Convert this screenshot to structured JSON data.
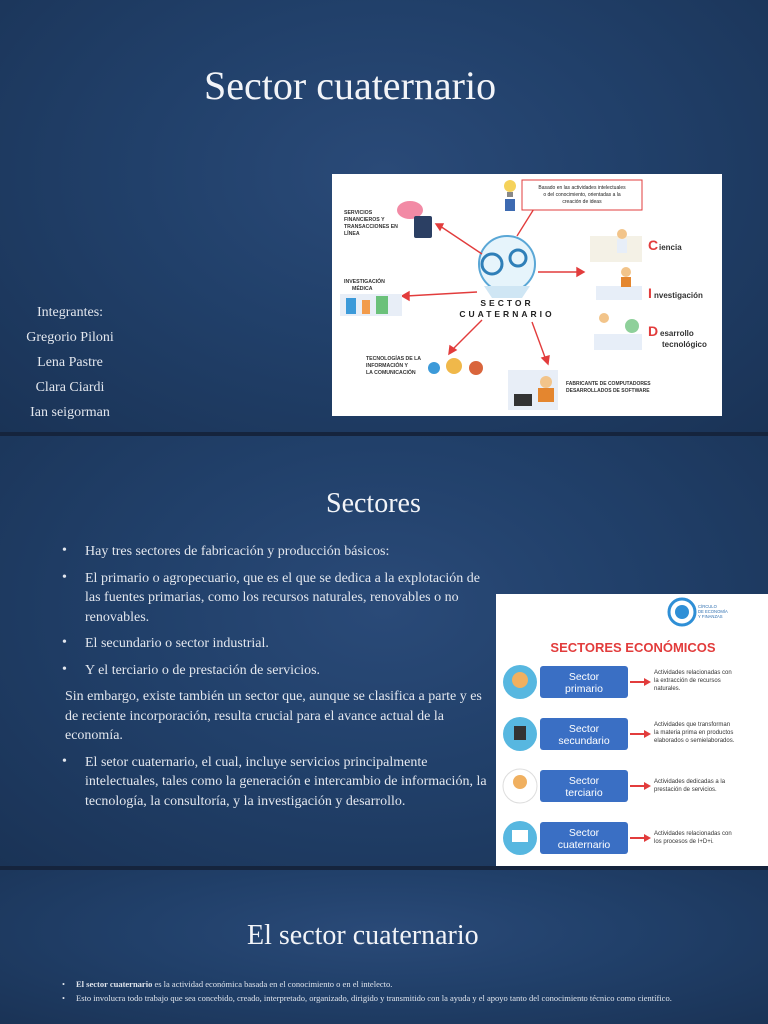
{
  "slide1": {
    "title": "Sector cuaternario",
    "members_label": "Integrantes:",
    "members": [
      "Gregorio Piloni",
      "Lena Pastre",
      "Clara Ciardi",
      "Ian seigorman"
    ],
    "infographic": {
      "center_line1": "SECTOR",
      "center_line2": "CUATERNARIO",
      "top_box": [
        "Basado en las actividades intelectuales",
        "o del conocimiento, orientadas a la",
        "creación de ideas"
      ],
      "left1": [
        "SERVICIOS",
        "FINANCIEROS Y",
        "TRANSACCIONES EN",
        "LÍNEA"
      ],
      "left2": [
        "INVESTIGACIÓN",
        "MÉDICA"
      ],
      "left3": [
        "TECNOLOGÍAS DE LA",
        "INFORMACIÓN Y",
        "LA COMUNICACIÓN"
      ],
      "bottom_right": [
        "FABRICANTE DE COMPUTADORES",
        "DESARROLLADOS DE SOFTWARE"
      ],
      "cid": [
        {
          "letter": "C",
          "rest": "iencia"
        },
        {
          "letter": "I",
          "rest": "nvestigación"
        },
        {
          "letter": "D",
          "rest": "esarrollo"
        }
      ],
      "cid_extra": "tecnológico"
    }
  },
  "slide2": {
    "title": "Sectores",
    "items": [
      {
        "kind": "bullet",
        "text": "Hay tres sectores de fabricación y producción básicos:"
      },
      {
        "kind": "bullet",
        "text": "El primario o agropecuario, que es el que se dedica a la explotación de las fuentes primarias, como los recursos naturales, renovables o no renovables."
      },
      {
        "kind": "bullet",
        "text": " El secundario o sector industrial."
      },
      {
        "kind": "bullet",
        "text": "Y el terciario o de prestación de servicios."
      },
      {
        "kind": "para",
        "text": "Sin embargo, existe también un sector que, aunque se clasifica a parte y es de reciente incorporación, resulta crucial para el avance actual de la economía."
      },
      {
        "kind": "bullet",
        "text": "El setor cuaternario, el cual, incluye servicios principalmente intelectuales, tales como la generación e intercambio de información, la tecnología, la consultoría, y la investigación y desarrollo."
      }
    ],
    "image": {
      "brand": [
        "CÍRCULO",
        "DE ECONOMÍA",
        "Y FINANZAS"
      ],
      "heading": "SECTORES ECONÓMICOS",
      "rows": [
        {
          "sector": [
            "Sector",
            "primario"
          ],
          "desc": [
            "Actividades relacionadas con",
            "la extracción de recursos",
            "naturales."
          ]
        },
        {
          "sector": [
            "Sector",
            "secundario"
          ],
          "desc": [
            "Actividades que transforman",
            "la materia prima en productos",
            "elaborados o semielaborados."
          ]
        },
        {
          "sector": [
            "Sector",
            "terciario"
          ],
          "desc": [
            "Actividades dedicadas a la",
            "prestación de servicios."
          ]
        },
        {
          "sector": [
            "Sector",
            "cuaternario"
          ],
          "desc": [
            "Actividades relacionadas con",
            "los procesos de I+D+i."
          ]
        }
      ]
    }
  },
  "slide3": {
    "title": "El sector cuaternario",
    "line1_bold": "El sector cuaternario",
    "line1_rest": " es la actividad económica basada en el conocimiento o en el intelecto.",
    "line2": " Esto involucra todo trabajo que sea concebido, creado, interpretado, organizado, dirigido y transmitido con la ayuda y el apoyo tanto del conocimiento técnico como científico."
  },
  "colors": {
    "background": "#21406a",
    "sector_box": "#3a6fc4",
    "heading_red": "#e23c3c",
    "arrow_red": "#e23c3c"
  }
}
